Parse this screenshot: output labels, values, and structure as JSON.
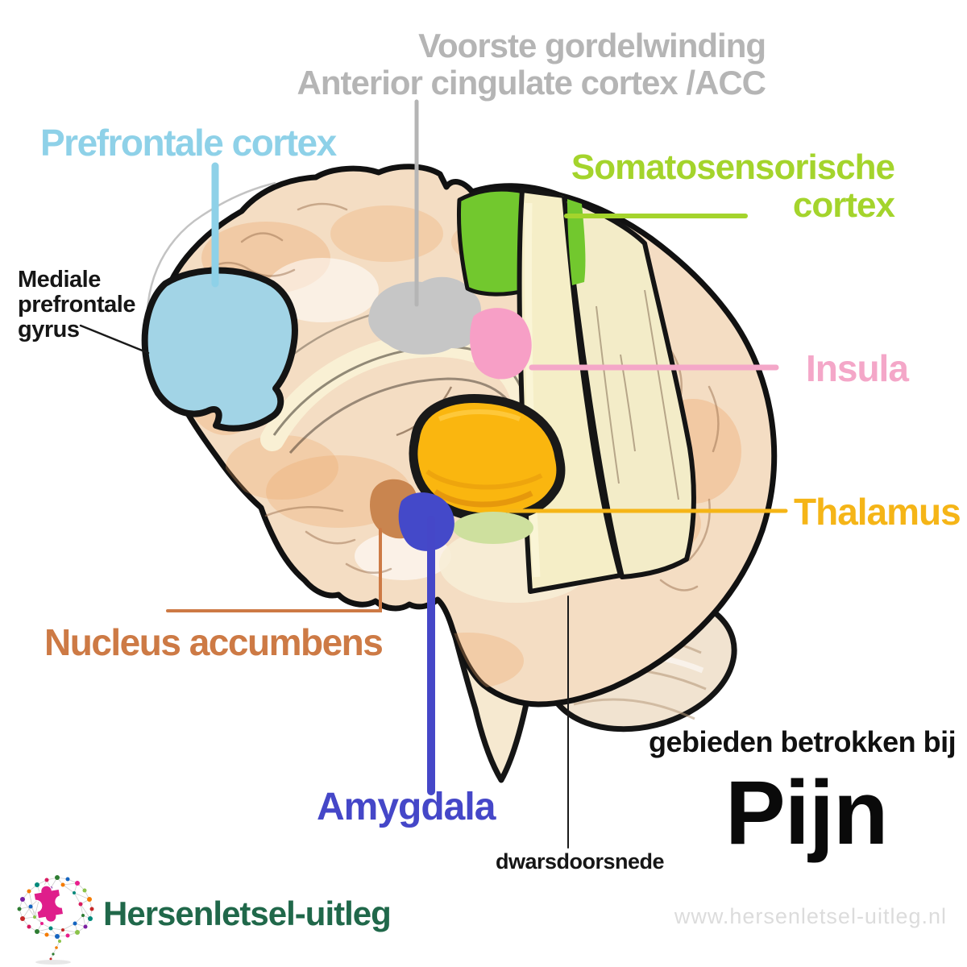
{
  "labels": {
    "acc": {
      "line1": "Voorste gordelwinding",
      "line2": "Anterior cingulate cortex /ACC",
      "color": "#b5b5b5"
    },
    "prefrontale": {
      "text": "Prefrontale cortex",
      "color": "#8ed1e8"
    },
    "somatosensorische": {
      "line1": "Somatosensorische",
      "line2": "cortex",
      "color": "#a4d42c"
    },
    "mediale": {
      "line1": "Mediale",
      "line2": "prefrontale",
      "line3": "gyrus",
      "color": "#1a1a1a"
    },
    "insula": {
      "text": "Insula",
      "color": "#f4a7c8"
    },
    "thalamus": {
      "text": "Thalamus",
      "color": "#f5b517"
    },
    "nucleus": {
      "text": "Nucleus accumbens",
      "color": "#cd7a45"
    },
    "amygdala": {
      "text": "Amygdala",
      "color": "#4547c8"
    },
    "dwarsdoorsnede": {
      "text": "dwarsdoorsnede",
      "color": "#1a1a1a"
    }
  },
  "caption": {
    "intro": "gebieden betrokken bij",
    "topic": "Pijn",
    "color": "#0a0a0a"
  },
  "footer": {
    "brand": "Hersenletsel-uitleg",
    "brand_color": "#20684a",
    "website": "www.hersenletsel-uitleg.nl",
    "website_color": "#dcdcdc",
    "logo": "brain-network-puzzle-logo",
    "logo_puzzle_color": "#df1e8b"
  },
  "regions": {
    "prefrontale": {
      "color": "#a2d4e6"
    },
    "acc": {
      "color": "#c6c6c6"
    },
    "somatosensorische": {
      "color": "#72c82e"
    },
    "insula": {
      "color": "#f79fc6"
    },
    "thalamus": {
      "color": "#fab60f"
    },
    "nucleus": {
      "color": "#c9854f"
    },
    "amygdala": {
      "color": "#4449c9"
    },
    "band": {
      "color": "#f5eec7"
    }
  },
  "artwork_colors": {
    "brain_base": "#f4ddc3",
    "brain_outline": "#111111",
    "corpus_callosum": "#f9f0d4",
    "light_green_structure": "#cee09e",
    "orange_patches": "#eda466"
  }
}
